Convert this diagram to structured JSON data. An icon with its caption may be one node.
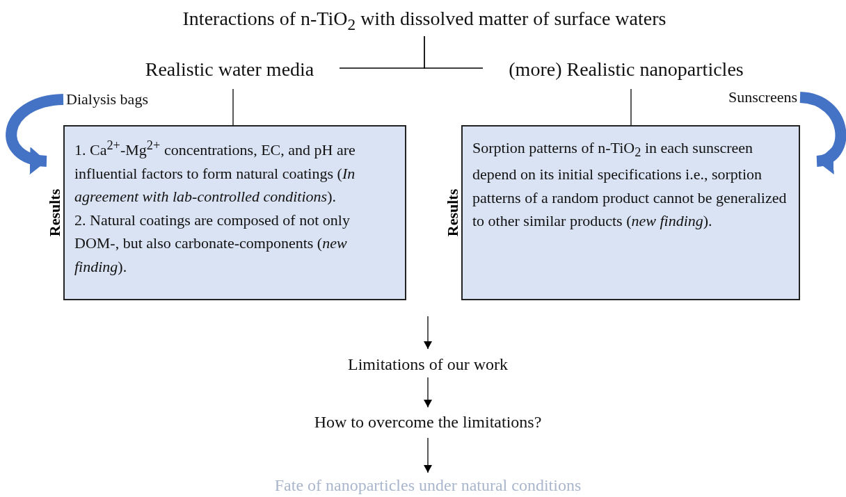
{
  "diagram": {
    "nodes": [
      {
        "text": [
          "Interactions of n-TiO$_{2}$ with dissolved matter of surface waters"
        ]
      },
      {
        "text": [
          "Realistic water media"
        ]
      },
      {
        "text": [
          "(more) Realistic nanoparticles"
        ]
      },
      {
        "text": [
          "Dialysis bags"
        ]
      },
      {
        "text": [
          "1. Ca$^{2+}$-Mg$^{2+}$ concentrations, EC, and pH are influential factors to form natural coatings (*In agreement with lab-controlled conditions*).",
          "2. Natural coatings are composed of not only DOM-, but also carbonate-components (*new finding*)."
        ],
        "beside": [
          "Results"
        ]
      },
      {
        "text": [
          "Sunscreens"
        ]
      },
      {
        "text": [
          "Sorption patterns of n-TiO$_{2}$ in each sunscreen depend on its initial specifications i.e., sorption patterns of a random product cannot be generalized to other similar products (*new finding*)."
        ],
        "beside": [
          "Results"
        ]
      },
      {
        "text": [
          "Limitations of our work"
        ]
      },
      {
        "text": [
          "How to overcome the limitations?"
        ]
      },
      {
        "text": [
          "Fate of nanoparticles under natural conditions"
        ]
      }
    ],
    "edges": [
      {
        "from": 0,
        "to": 1,
        "arrow": "none"
      },
      {
        "from": 0,
        "to": 2,
        "arrow": "none"
      },
      {
        "from": 1,
        "to": 4,
        "arrow": "none"
      },
      {
        "from": 3,
        "to": 4,
        "arrow": "to",
        "style": "thick",
        "color": "#4472c4"
      },
      {
        "from": 2,
        "to": 6,
        "arrow": "none"
      },
      {
        "from": 5,
        "to": 6,
        "arrow": "to",
        "style": "thick",
        "color": "#4472c4"
      },
      {
        "from": null,
        "to": 7,
        "arrow": "to"
      },
      {
        "from": 7,
        "to": 8,
        "arrow": "to"
      },
      {
        "from": 8,
        "to": 9,
        "arrow": "to"
      }
    ]
  }
}
